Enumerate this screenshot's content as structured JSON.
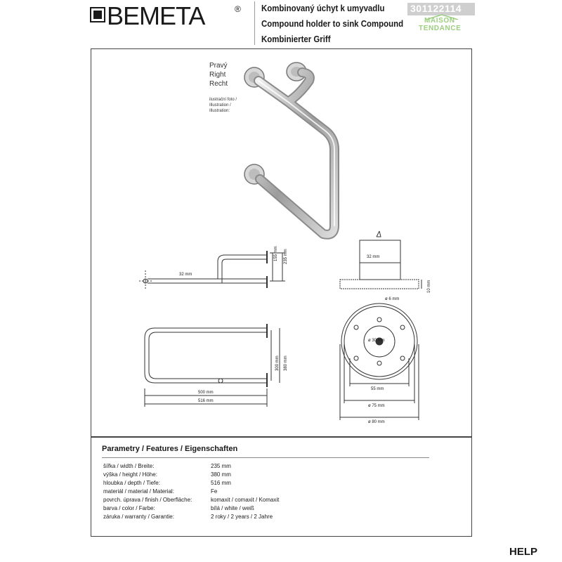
{
  "brand": {
    "name": "BEMETA",
    "reg": "®"
  },
  "titles": {
    "cz": "Kombinovaný úchyt k umyvadlu",
    "en": "Compound holder to sink Compound",
    "de": "Kombinierter Griff"
  },
  "product_code": "301122114",
  "watermark": {
    "line1": "MAISON",
    "line2": "TENDANCE"
  },
  "illustration": {
    "side": [
      "Pravý",
      "Right",
      "Recht"
    ],
    "note": [
      "ilustrační foto /",
      "Illustration /",
      "Illustration:"
    ]
  },
  "dims": {
    "top_32": "32 mm",
    "top_155": "155 mm",
    "top_235": "235 mm",
    "plan_300": "300 mm",
    "plan_380": "380 mm",
    "plan_500": "500 mm",
    "plan_516": "516 mm",
    "flange_32": "32 mm",
    "flange_10": "10 mm",
    "hole_6": "ø 6 mm",
    "hole_30": "ø 30 mm",
    "d_55": "55 mm",
    "d_75": "ø 75 mm",
    "d_80": "ø 80 mm"
  },
  "params": {
    "title": "Parametry / Features / Eigenschaften",
    "rows": [
      {
        "label": "šířka / width / Breite:",
        "value": "235 mm"
      },
      {
        "label": "výška / height / Höhe:",
        "value": "380 mm"
      },
      {
        "label": "hloubka / depth / Tiefe:",
        "value": "516 mm"
      },
      {
        "label": "materiál / material / Material:",
        "value": "Fe"
      },
      {
        "label": "povrch. úprava / finish / Oberfläche:",
        "value": "komaxit / comaxit / Komaxit"
      },
      {
        "label": "barva / color / Farbe:",
        "value": "bílá / white / weiß"
      },
      {
        "label": "záruka / warranty / Garantie:",
        "value": "2 roky / 2 years / 2 Jahre"
      }
    ]
  },
  "footer": {
    "series": "HELP"
  }
}
